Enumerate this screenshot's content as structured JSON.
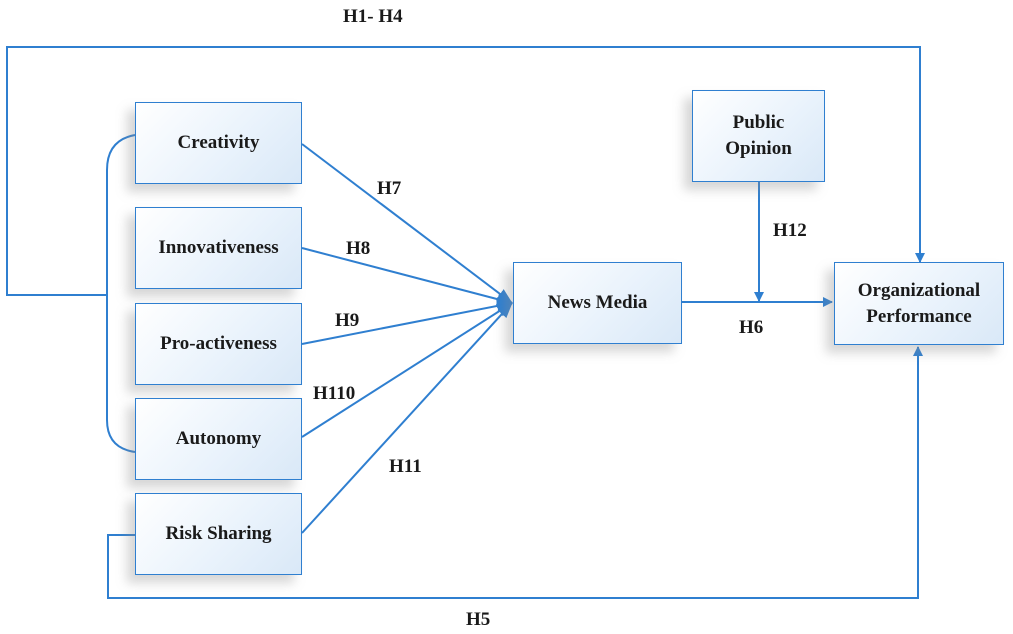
{
  "nodes": {
    "creativity": "Creativity",
    "innovativeness": "Innovativeness",
    "proactiveness": "Pro-activeness",
    "autonomy": "Autonomy",
    "risk_sharing": "Risk Sharing",
    "news_media": "News Media",
    "public_opinion_line1": "Public",
    "public_opinion_line2": "Opinion",
    "org_performance_line1": "Organizational",
    "org_performance_line2": "Performance"
  },
  "hypotheses": {
    "h1_h4": "H1- H4",
    "h5": "H5",
    "h6": "H6",
    "h7": "H7",
    "h8": "H8",
    "h9": "H9",
    "h10": "H110",
    "h11": "H11",
    "h12": "H12"
  },
  "colors": {
    "line": "#2f7fd0",
    "box_border": "#2f7fd0",
    "text": "#1a1a1a"
  }
}
